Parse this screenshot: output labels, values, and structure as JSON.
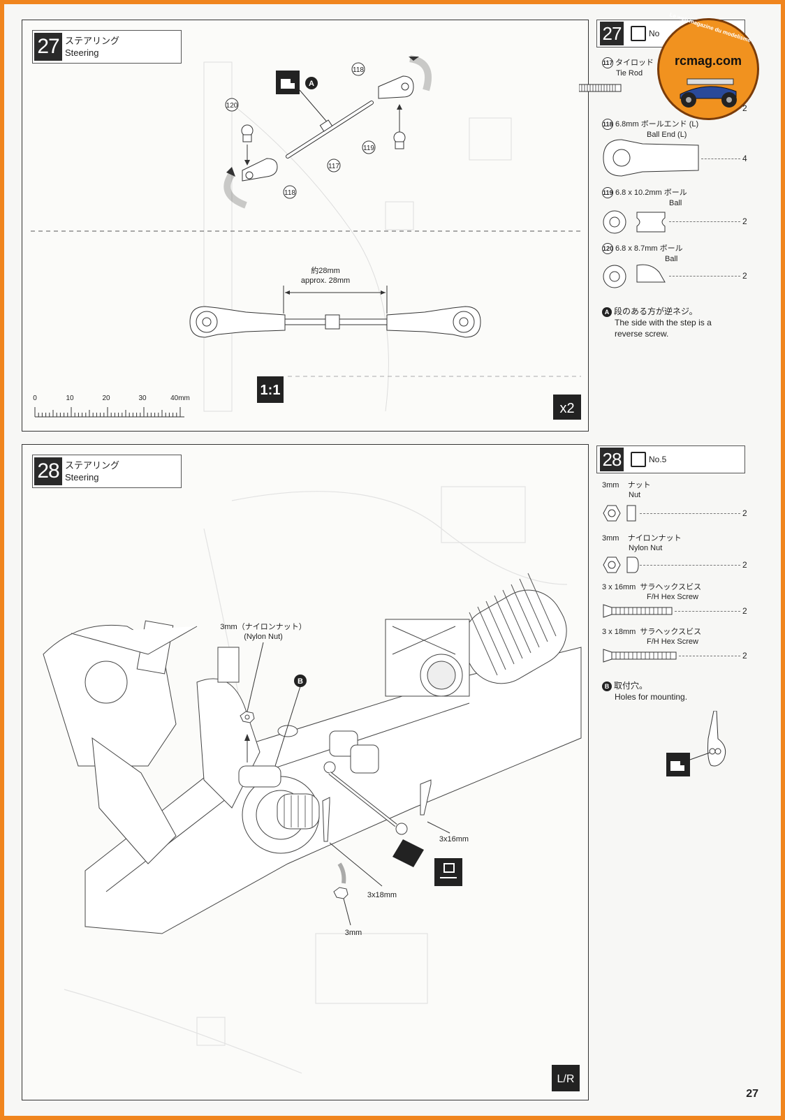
{
  "page_number": "27",
  "logo": {
    "text": "rcmag.com",
    "tagline": "Le web magazine du modelisme"
  },
  "step27": {
    "number": "27",
    "title_jp": "ステアリング",
    "title_en": "Steering",
    "bag_label": "No",
    "multiplier": "x2",
    "scale_label": "1:1",
    "ruler_ticks": [
      "0",
      "10",
      "20",
      "30",
      "40mm"
    ],
    "measure_jp": "約28mm",
    "measure_en": "approx. 28mm",
    "callout_a": "A",
    "part_refs": [
      "118",
      "120",
      "117",
      "119",
      "118"
    ],
    "parts": [
      {
        "ref": "117",
        "desc_jp": "タイロッド",
        "desc_en": "Tie Rod",
        "qty": "2"
      },
      {
        "ref": "118",
        "size": "6.8mm",
        "desc_jp": "ボールエンド (L)",
        "desc_en": "Ball End (L)",
        "qty": "4"
      },
      {
        "ref": "119",
        "size": "6.8 x 10.2mm",
        "desc_jp": "ボール",
        "desc_en": "Ball",
        "qty": "2"
      },
      {
        "ref": "120",
        "size": "6.8 x 8.7mm",
        "desc_jp": "ボール",
        "desc_en": "Ball",
        "qty": "2"
      }
    ],
    "note_letter": "A",
    "note_jp": "段のある方が逆ネジ。",
    "note_en": "The side with the step is a reverse screw."
  },
  "step28": {
    "number": "28",
    "title_jp": "ステアリング",
    "title_en": "Steering",
    "bag_label": "No.5",
    "lr_label": "L/R",
    "callouts": {
      "nylon_jp": "3mm（ナイロンナット）",
      "nylon_en": "(Nylon Nut)",
      "b": "B",
      "screw16": "3x16mm",
      "screw18": "3x18mm",
      "nut3": "3mm"
    },
    "parts": [
      {
        "size": "3mm",
        "desc_jp": "ナット",
        "desc_en": "Nut",
        "qty": "2"
      },
      {
        "size": "3mm",
        "desc_jp": "ナイロンナット",
        "desc_en": "Nylon Nut",
        "qty": "2"
      },
      {
        "size": "3 x 16mm",
        "desc_jp": "サラヘックスビス",
        "desc_en": "F/H Hex Screw",
        "qty": "2"
      },
      {
        "size": "3 x 18mm",
        "desc_jp": "サラヘックスビス",
        "desc_en": "F/H Hex Screw",
        "qty": "2"
      }
    ],
    "note_letter": "B",
    "note_jp": "取付穴。",
    "note_en": "Holes for mounting."
  }
}
